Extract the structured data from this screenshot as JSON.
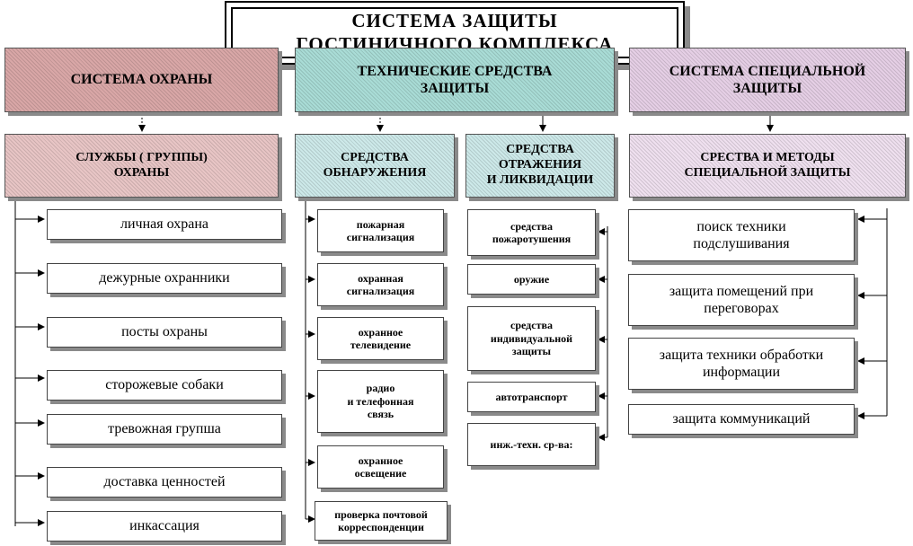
{
  "title": "СИСТЕМА  ЗАЩИТЫ\nГОСТИНИЧНОГО  КОМПЛЕКСА",
  "columns": {
    "guard": {
      "header": "СИСТЕМА ОХРАНЫ",
      "sub": "СЛУЖБЫ ( ГРУППЫ)\nОХРАНЫ",
      "items": [
        "личная охрана",
        "дежурные охранники",
        "посты охраны",
        "сторожевые собаки",
        "тревожная групша",
        "доставка ценностей",
        "инкассация"
      ]
    },
    "tech": {
      "header": "ТЕХНИЧЕСКИЕ СРЕДСТВА\nЗАЩИТЫ",
      "detection": {
        "sub": "СРЕДСТВА\nОБНАРУЖЕНИЯ",
        "items": [
          "пожарная\nсигнализация",
          "охранная\nсигнализация",
          "охранное\nтелевидение",
          "радио\nи телефонная\nсвязь",
          "охранное\nосвещение",
          "проверка почтовой\nкорреспонденции"
        ]
      },
      "response": {
        "sub": "СРЕДСТВА\nОТРАЖЕНИЯ\nИ ЛИКВИДАЦИИ",
        "items": [
          "средства\nпожаротушения",
          "оружие",
          "средства\nиндивидуальной\nзащиты",
          "автотранспорт",
          "инж.-техн. ср-ва:"
        ]
      }
    },
    "special": {
      "header": "СИСТЕМА СПЕЦИАЛЬНОЙ\nЗАЩИТЫ",
      "sub": "СРЕСТВА И МЕТОДЫ\nСПЕЦИАЛЬНОЙ ЗАЩИТЫ",
      "items": [
        "поиск техники\nподслушивания",
        "защита помещений при\nпереговорах",
        "защита техники обработки\nинформации",
        "защита коммуникаций"
      ]
    }
  },
  "colors": {
    "guard_header": "#d9a7a7",
    "tech_header": "#a9dcd6",
    "special_header": "#e5cfe5",
    "guard_sub": "#e8c5c5",
    "tech_sub": "#cde9e9",
    "special_sub": "#efe0ef"
  }
}
